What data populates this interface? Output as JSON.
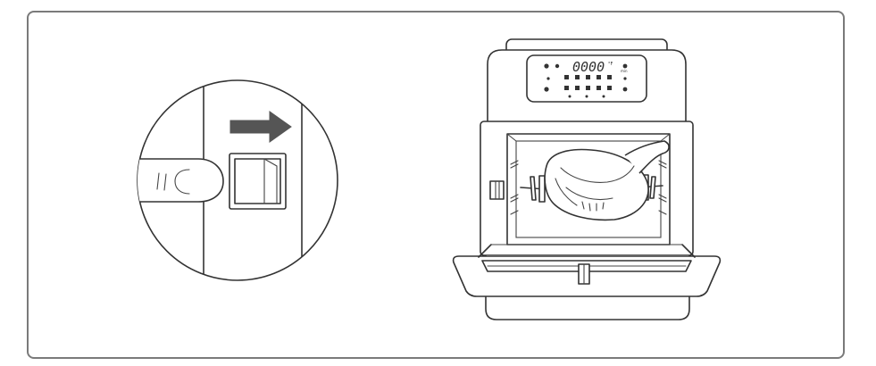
{
  "display": {
    "readout": "0000",
    "top_indicator": "°F",
    "side_indicator": "min"
  },
  "colors": {
    "stroke": "#333333",
    "arrow": "#555555",
    "frame": "#7a7a7a"
  }
}
